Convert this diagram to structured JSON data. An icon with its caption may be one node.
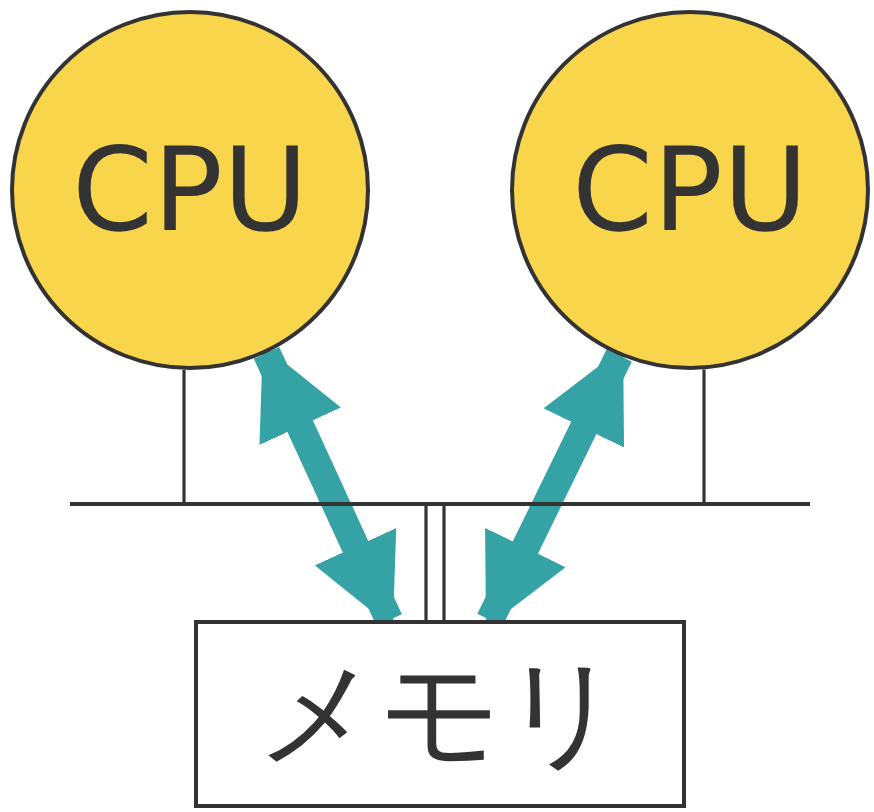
{
  "diagram": {
    "nodes": [
      {
        "text": [
          "CPU"
        ]
      },
      {
        "text": [
          "CPU"
        ]
      },
      {
        "text": [],
        "shape": "bar"
      },
      {
        "text": [
          "メモリ"
        ]
      }
    ],
    "edges": [
      {
        "from": 0,
        "to": 3,
        "arrow": "both",
        "style": "thick",
        "color": "#35a3a6"
      },
      {
        "from": 1,
        "to": 3,
        "arrow": "both",
        "style": "thick",
        "color": "#35a3a6"
      },
      {
        "from": 0,
        "to": 2,
        "arrow": "none"
      },
      {
        "from": 1,
        "to": 2,
        "arrow": "none"
      },
      {
        "from": 2,
        "to": 3,
        "arrow": "none"
      },
      {
        "from": 2,
        "to": 3,
        "arrow": "none"
      }
    ]
  }
}
